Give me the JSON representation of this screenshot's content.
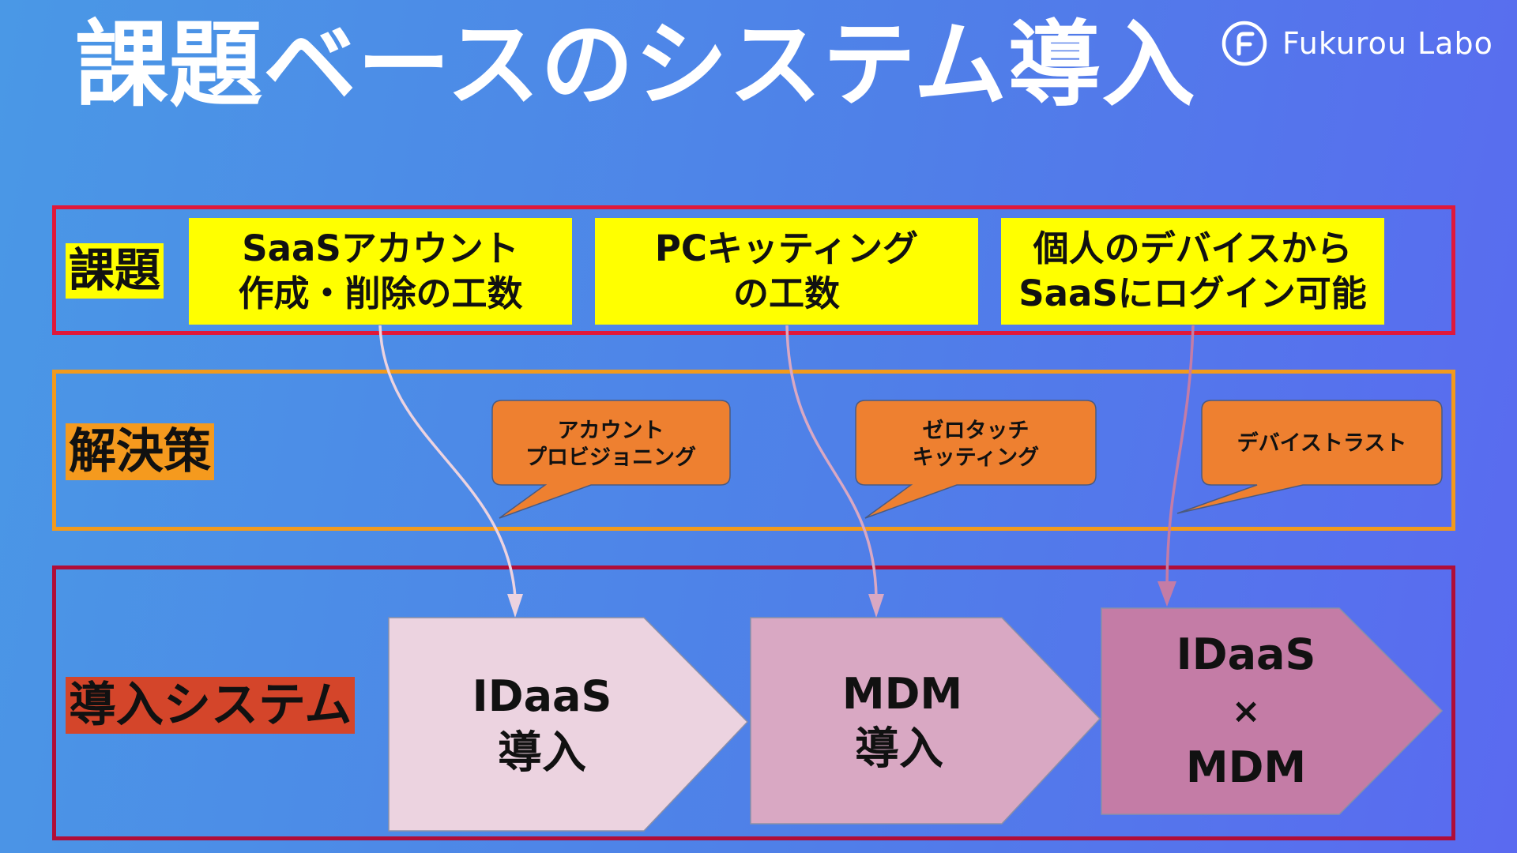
{
  "title": "課題ベースのシステム導入",
  "logo": {
    "text": "Fukurou Labo",
    "icon": "fukurou-logo-icon"
  },
  "sections": {
    "issues_label": "課題",
    "solutions_label": "解決策",
    "systems_label": "導入システム"
  },
  "issues": [
    {
      "text": "SaaSアカウント\n作成・削除の工数"
    },
    {
      "text": "PCキッティング\nの工数"
    },
    {
      "text": "個人のデバイスから\nSaaSにログイン可能"
    }
  ],
  "solutions": [
    {
      "lines": [
        "アカウント",
        "プロビジョニング"
      ]
    },
    {
      "lines": [
        "ゼロタッチ",
        "キッティング"
      ]
    },
    {
      "lines": [
        "デバイストラスト"
      ]
    }
  ],
  "systems": [
    {
      "lines": [
        "IDaaS",
        "導入"
      ]
    },
    {
      "lines": [
        "MDM",
        "導入"
      ]
    },
    {
      "lines": [
        "IDaaS",
        "×",
        "MDM"
      ]
    }
  ],
  "colors": {
    "issue_frame": "#e0183a",
    "solution_frame": "#f29a1c",
    "system_frame": "#b00d38",
    "issue_fill": "#ffff00",
    "callout_fill": "#ee8030",
    "system_fills": [
      "#ecd3e0",
      "#d9a8c3",
      "#c47ca6"
    ],
    "arrow_colors": [
      "#ecd3e0",
      "#d9a8c3",
      "#c47ca6"
    ]
  }
}
